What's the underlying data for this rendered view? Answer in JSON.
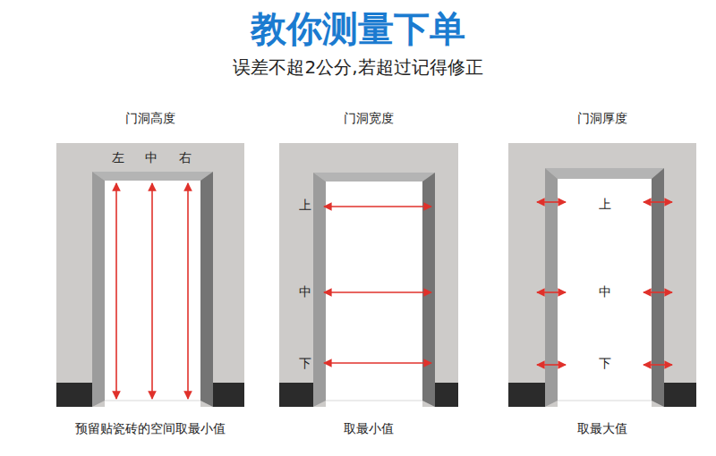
{
  "diagram": {
    "title": "教你测量下单",
    "labels": [
      "误差不超2公分,若超过记得修正",
      "门洞高度",
      "左",
      "中",
      "右",
      "预留贴瓷砖的空间取最小值",
      "门洞宽度",
      "上",
      "中",
      "下",
      "取最小值",
      "门洞厚度",
      "上",
      "中",
      "下",
      "取最大值"
    ]
  }
}
